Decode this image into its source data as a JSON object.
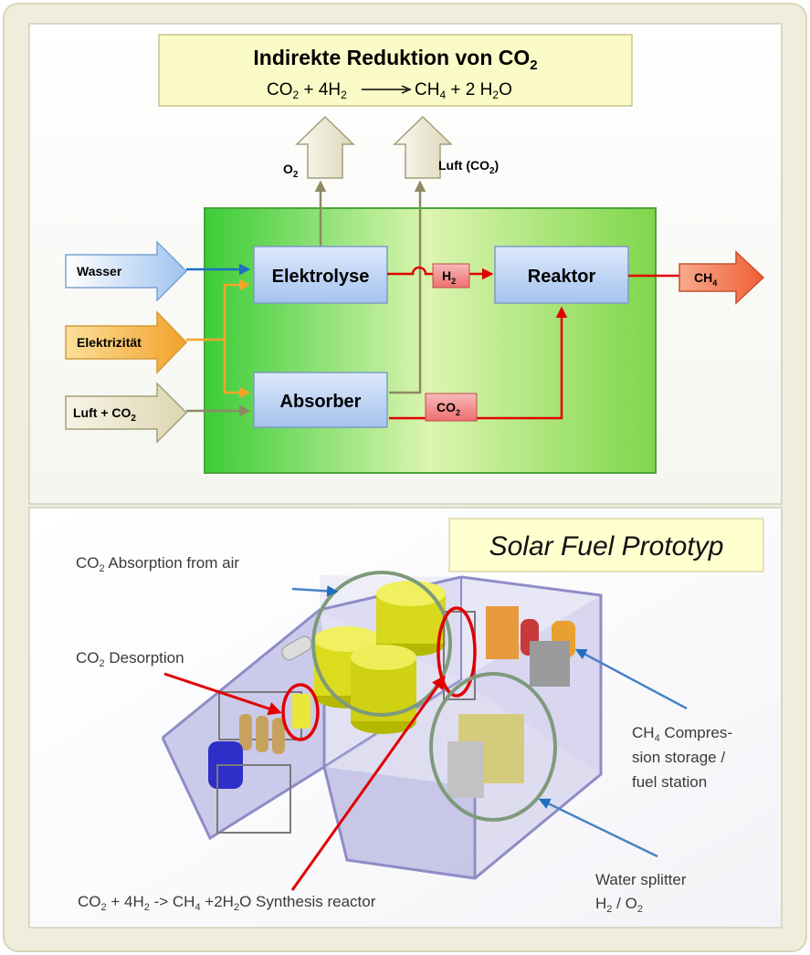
{
  "top_diagram": {
    "title_box": {
      "title": "Indirekte Reduktion von CO",
      "title_sub": "2",
      "eq_co": "CO",
      "eq_co_sub": "2",
      "eq_plus_h": " + 4H",
      "eq_h_sub": "2",
      "eq_ch": "CH",
      "eq_ch_sub": "4",
      "eq_water": " + 2 H",
      "eq_water_sub": "2",
      "eq_water_end": "O"
    },
    "outputs": {
      "o2_main": "O",
      "o2_sub": "2",
      "air_main": "Luft (CO",
      "air_sub": "2",
      "air_end": ")"
    },
    "inputs": {
      "water": "Wasser",
      "electricity": "Elektrizität",
      "air_main": "Luft + CO",
      "air_sub": "2"
    },
    "process_boxes": {
      "electrolysis": "Elektrolyse",
      "absorber": "Absorber",
      "reactor": "Reaktor"
    },
    "intermediates": {
      "h2_main": "H",
      "h2_sub": "2",
      "co2_main": "CO",
      "co2_sub": "2"
    },
    "product": {
      "main": "CH",
      "sub": "4"
    }
  },
  "bottom_photo": {
    "banner": "Solar Fuel Prototyp",
    "labels": {
      "absorption_main": "CO",
      "absorption_sub": "2",
      "absorption_rest": " Absorption from air",
      "desorption_main": "CO",
      "desorption_sub": "2",
      "desorption_rest": " Desorption",
      "synth_a": "CO",
      "synth_a_sub": "2",
      "synth_b": " + 4H",
      "synth_b_sub": "2",
      "synth_c": " -> CH",
      "synth_c_sub": "4",
      "synth_d": " +2H",
      "synth_d_sub": "2",
      "synth_e": "O Synthesis reactor",
      "ch4_main": "CH",
      "ch4_sub": "4",
      "ch4_line1_rest": " Compres-",
      "ch4_line2": "sion storage /",
      "ch4_line3": "fuel station",
      "water_line1": "Water splitter",
      "water_line2_a": "H",
      "water_line2_sub": "2",
      "water_line2_b": " / O",
      "water_line2_sub2": "2"
    }
  },
  "colors": {
    "frame": "#efeedd",
    "green_box": "#7ed64a",
    "title_box": "#fbfbc7",
    "process_box": "#a9c8f0",
    "red_arrow": "#e00000",
    "input_blue": "#1e70c0",
    "input_orange": "#f5a528",
    "input_gray": "#8d8a63",
    "output_arrow": "#8d8a63",
    "ch4_fill": "#f27a5a",
    "h2_fill": "#f08a8a",
    "banner": "#ffffd0"
  }
}
